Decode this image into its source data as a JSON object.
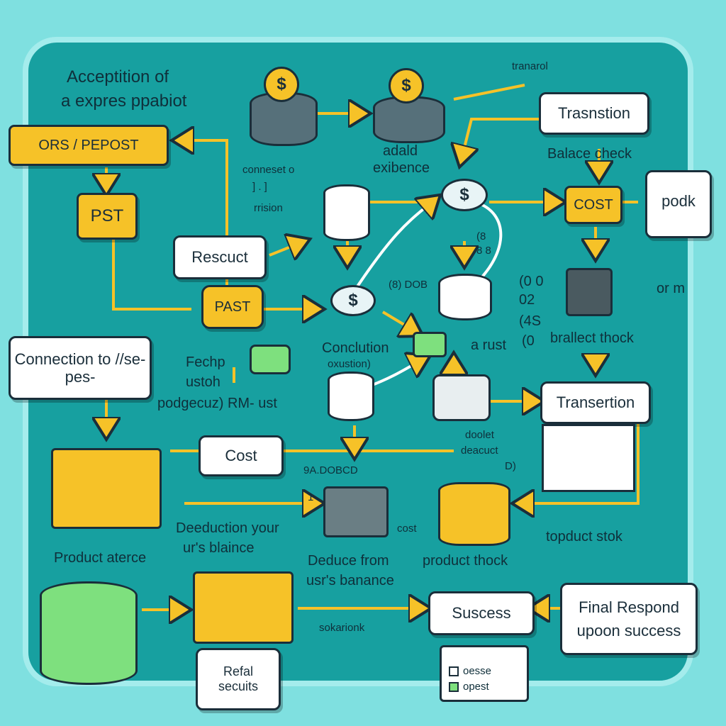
{
  "title": {
    "line1": "Acceptition of",
    "line2": "a expres ppabiot"
  },
  "top_right_note": "tranarol",
  "nodes": {
    "ors_pepost": "ORS / PEPOST",
    "pst": "PST",
    "rescuct": "Rescuct",
    "past": "PAST",
    "connection": "Connection to //se-pes-",
    "connect_note": "conneset o",
    "connect_note2": "] . ]",
    "connect_note3": "rrision",
    "adald": "adald",
    "exibence": "exibence",
    "trasnstion": "Trasnstion",
    "balace_check": "Balace check",
    "cost_top": "COST",
    "podk": "podk",
    "orm": "or m",
    "conclusion1": "Conclution",
    "conclusion2": "oxustion)",
    "a_rust": "a rust",
    "brallect": "brallect thock",
    "transertion": "Transertion",
    "fechp1": "Fechp",
    "fechp2": "ustoh",
    "fechp3": "podgecuz) RM- ust",
    "cost_mid": "Cost",
    "code": "9A.DOBCD",
    "doolet1": "doolet",
    "doolet2": "deacuct",
    "doolet3": "D)",
    "deduction1": "Deeduction your",
    "deduction2": "ur's blaince",
    "product_aterce": "Product aterce",
    "cost_small": "cost",
    "deduce1": "Deduce from",
    "deduce2": "usr's banance",
    "product_thock": "product thock",
    "topduct": "topduct stok",
    "success": "Suscess",
    "final1": "Final Respond",
    "final2": "upoon success",
    "sokarionk": "sokarionk",
    "refal1": "Refal",
    "refal2": "secuits",
    "opt1": "oesse",
    "opt2": "opest",
    "side_nums1": "(0 0",
    "side_nums2": "02",
    "side_nums3": "(4S",
    "side_nums4": "(0",
    "ab1": "(8",
    "ab2": "8 8",
    "dob": "(8) DOB",
    "one": "1"
  },
  "colors": {
    "background": "#7fe0e0",
    "panel": "#17a0a0",
    "accent": "#f6c228",
    "green": "#7ee07e",
    "ink": "#1a2e3a"
  }
}
